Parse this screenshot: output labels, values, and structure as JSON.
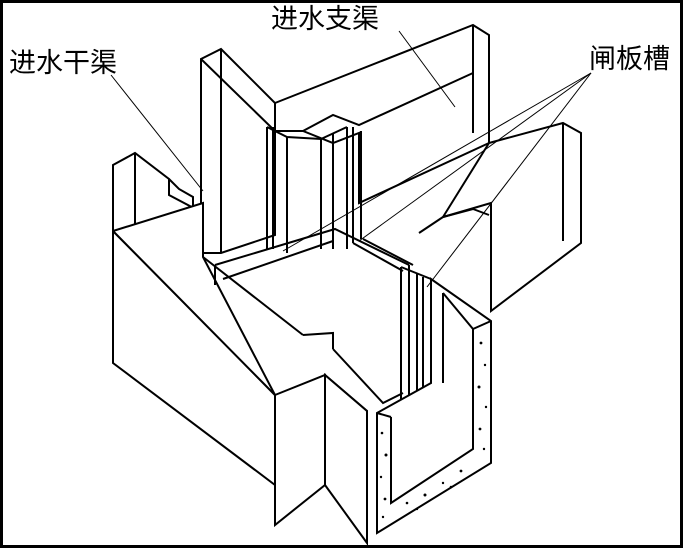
{
  "labels": {
    "main_channel": "进水干渠",
    "branch_channel": "进水支渠",
    "gate_slot": "闸板槽"
  },
  "colors": {
    "line": "#000000",
    "background": "#ffffff"
  }
}
